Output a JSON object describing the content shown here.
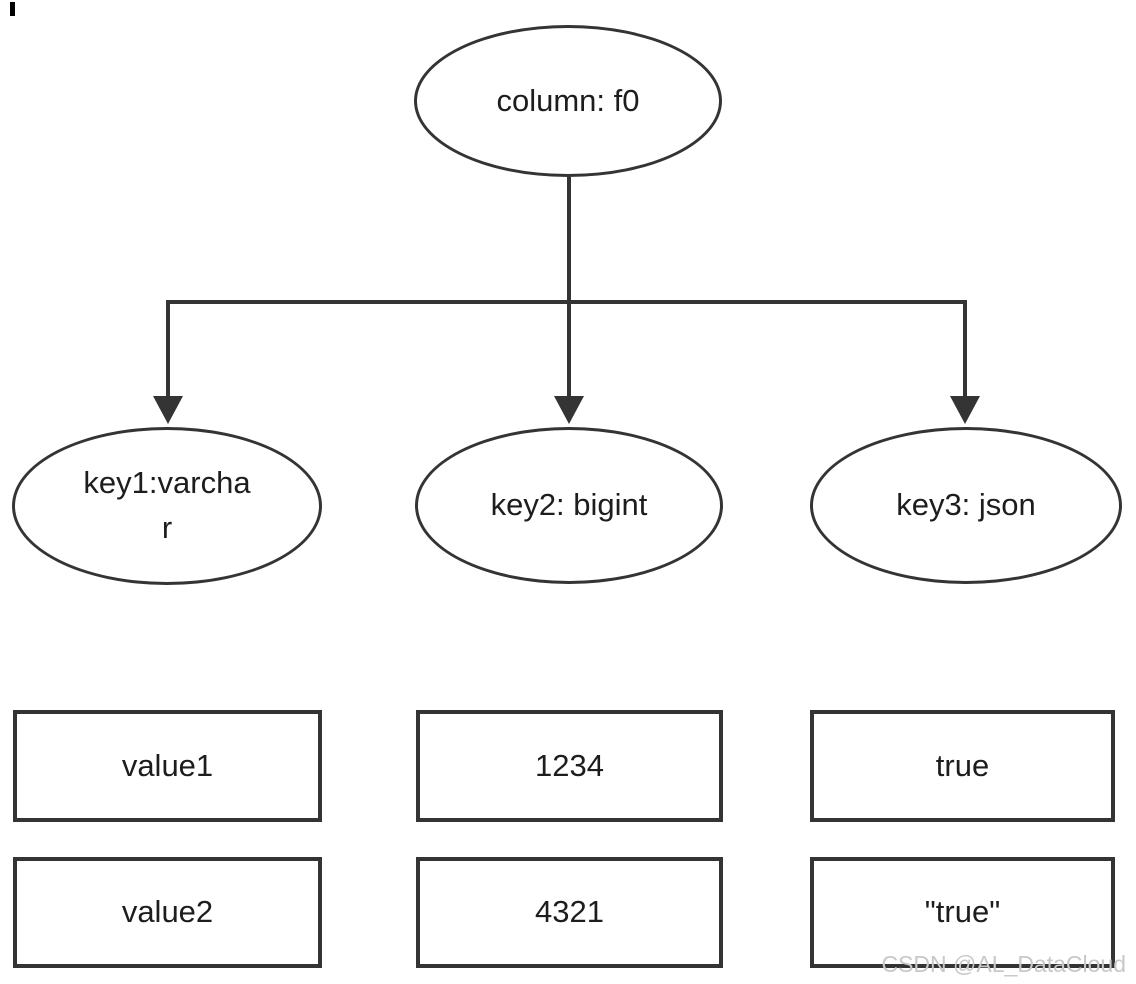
{
  "diagram": {
    "root": {
      "label": "column: f0"
    },
    "keys": [
      {
        "label": "key1:varchar"
      },
      {
        "label": "key2: bigint"
      },
      {
        "label": "key3: json"
      }
    ],
    "value_rows": [
      {
        "cells": [
          "value1",
          "1234",
          "true"
        ]
      },
      {
        "cells": [
          "value2",
          "4321",
          "\"true\""
        ]
      }
    ],
    "watermark": "CSDN @AL_DataCloud",
    "colors": {
      "stroke": "#343434",
      "text": "#1d1d1d",
      "watermark": "#c8c8c8",
      "background": "#ffffff"
    }
  }
}
